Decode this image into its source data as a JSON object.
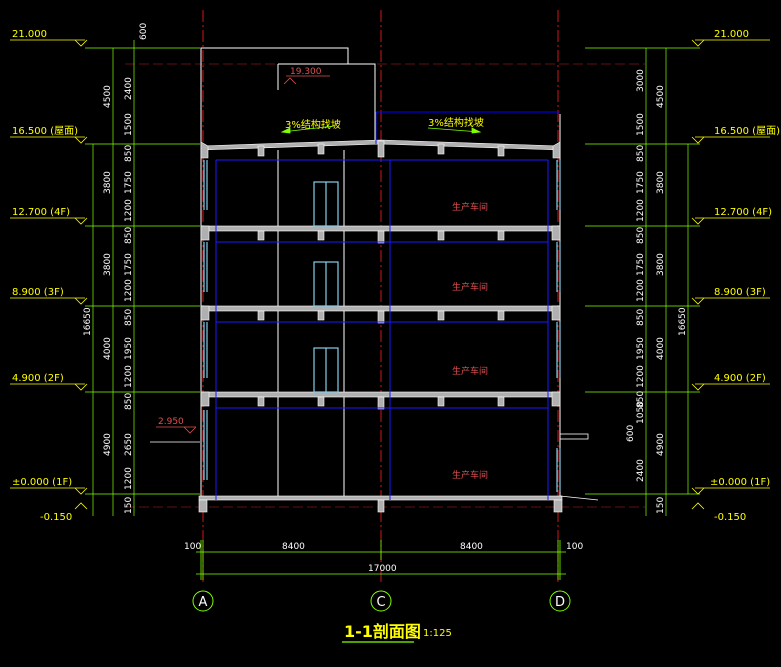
{
  "levels_left": [
    {
      "y": "21.000"
    },
    {
      "y": "16.500 (屋面)"
    },
    {
      "y": "12.700 (4F)"
    },
    {
      "y": "8.900 (3F)"
    },
    {
      "y": "4.900 (2F)"
    },
    {
      "y": "±0.000 (1F)"
    },
    {
      "y": "-0.150"
    }
  ],
  "levels_right": [
    {
      "y": "21.000"
    },
    {
      "y": "16.500 (屋面)"
    },
    {
      "y": "12.700 (4F)"
    },
    {
      "y": "8.900 (3F)"
    },
    {
      "y": "4.900 (2F)"
    },
    {
      "y": "±0.000 (1F)"
    },
    {
      "y": "-0.150"
    }
  ],
  "dims_left_inner": [
    "600",
    "2400",
    "1500",
    "850",
    "1750",
    "1200",
    "850",
    "1750",
    "1200",
    "850",
    "1950",
    "1200",
    "850",
    "2650",
    "1200",
    "150"
  ],
  "dims_left_outer": [
    "4500",
    "3800",
    "3800",
    "4000",
    "4900"
  ],
  "dims_left_total": "16650",
  "dims_right_inner": [
    "3000",
    "1500",
    "850",
    "1750",
    "1200",
    "850",
    "1750",
    "1200",
    "850",
    "1950",
    "1200",
    "1050",
    "850",
    "600",
    "2400",
    "150"
  ],
  "dims_right_outer": [
    "4500",
    "3800",
    "3800",
    "4000",
    "4900"
  ],
  "dims_right_total": "16650",
  "dims_bottom": {
    "left_offset": "100",
    "span1": "8400",
    "span2": "8400",
    "right_offset": "100",
    "total": "17000"
  },
  "axes": [
    "A",
    "C",
    "D"
  ],
  "spot_levels": [
    "19.300",
    "2.950"
  ],
  "slopes": [
    "3%结构找坡",
    "3%结构找坡"
  ],
  "room_labels": [
    "生产车间",
    "生产车间",
    "生产车间",
    "生产车间"
  ],
  "title": "1-1剖面图",
  "scale": "1:125",
  "colors": {
    "background": "#000000",
    "level": "#ffff00",
    "dim_line": "#7fff00",
    "wall": "#ffffff",
    "beam": "#0000ff",
    "axis": "#ff0000",
    "window": "#87ceeb"
  }
}
